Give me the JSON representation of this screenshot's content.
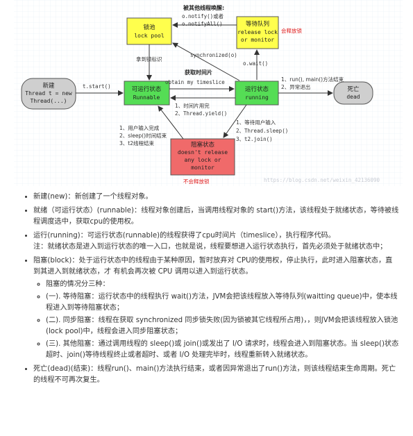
{
  "diagram": {
    "states": {
      "new": {
        "line1": "新建",
        "line2": "Thread t = new",
        "line3": "Thread(...)"
      },
      "lock_pool": {
        "line1": "锁池",
        "line2": "lock pool"
      },
      "wait_queue": {
        "line1": "等待队列",
        "line2": "release lock",
        "line3": "or monitor"
      },
      "runnable": {
        "line1": "可运行状态",
        "line2": "Runnable"
      },
      "running": {
        "line1": "运行状态",
        "line2": "running"
      },
      "dead": {
        "line1": "死亡",
        "line2": "dead"
      },
      "blocked": {
        "line1": "阻塞状态",
        "line2": "doesn't release",
        "line3": "any lock or",
        "line4": "monitor"
      }
    },
    "labels": {
      "notify_title": "被其他线程唤醒:",
      "notify": "o.notify()或者",
      "notify_all": "o.notifyAll()",
      "release_lock": "会释放锁",
      "synchronized": "synchronized(o)",
      "wait": "o.wait()",
      "got_lock": "拿到锁标识",
      "get_timeslice": "获取时间片",
      "obtain_timeslice": "obtain my timeslice",
      "start": "t.start()",
      "end_1": "1、run(), main()方法结束",
      "end_2": "2、异常退出",
      "yield_1": "1、时间片用完",
      "yield_2": "2、Thread.yield()",
      "back_1": "1、用户输入完成",
      "back_2": "2、sleep()时间结束",
      "back_3": "3、t2线程结束",
      "block_1": "1、等待用户输入",
      "block_2": "2、Thread.sleep()",
      "block_3": "3、t2.join()",
      "no_release": "不会释放锁",
      "watermark": "https://blog.csdn.net/weixin_42136090"
    }
  },
  "notes": {
    "new": "新建(new)：新创建了一个线程对象。",
    "runnable": "就绪（可运行状态）(runnable)：线程对象创建后，当调用线程对象的 start()方法，该线程处于就绪状态，等待被线程调度选中，获取cpu的使用权。",
    "running_1": "运行(running)：可运行状态(runnable)的线程获得了cpu时间片（timeslice），执行程序代码。",
    "running_2": "注：就绪状态是进入到运行状态的唯一入口，也就是说，线程要想进入运行状态执行，首先必须处于就绪状态中；",
    "block": "阻塞(block)：处于运行状态中的线程由于某种原因，暂时放弃对 CPU的使用权，停止执行，此时进入阻塞状态，直到其进入到就绪状态，才 有机会再次被 CPU 调用以进入到运行状态。",
    "block_types": "阻塞的情况分三种：",
    "block_wait": "(一). 等待阻塞：运行状态中的线程执行 wait()方法，JVM会把该线程放入等待队列(waitting queue)中，使本线程进入到等待阻塞状态；",
    "block_sync": "(二). 同步阻塞：线程在获取 synchronized 同步锁失败(因为锁被其它线程所占用)，，则JVM会把该线程放入锁池(lock pool)中，线程会进入同步阻塞状态；",
    "block_other": "(三). 其他阻塞：通过调用线程的 sleep()或 join()或发出了 I/O 请求时，线程会进入到阻塞状态。当 sleep()状态超时、join()等待线程终止或者超时、或者 I/O 处理完毕时，线程重新转入就绪状态。",
    "dead": "死亡(dead)(结束)：线程run()、main()方法执行结束，或者因异常退出了run()方法，则该线程结束生命周期。死亡的线程不可再次复生。"
  },
  "colors": {
    "yellow": "#ffff4d",
    "green": "#55dd55",
    "red_box": "#f06a6a",
    "gray": "#cfcfcf",
    "red_text": "#e02020"
  }
}
